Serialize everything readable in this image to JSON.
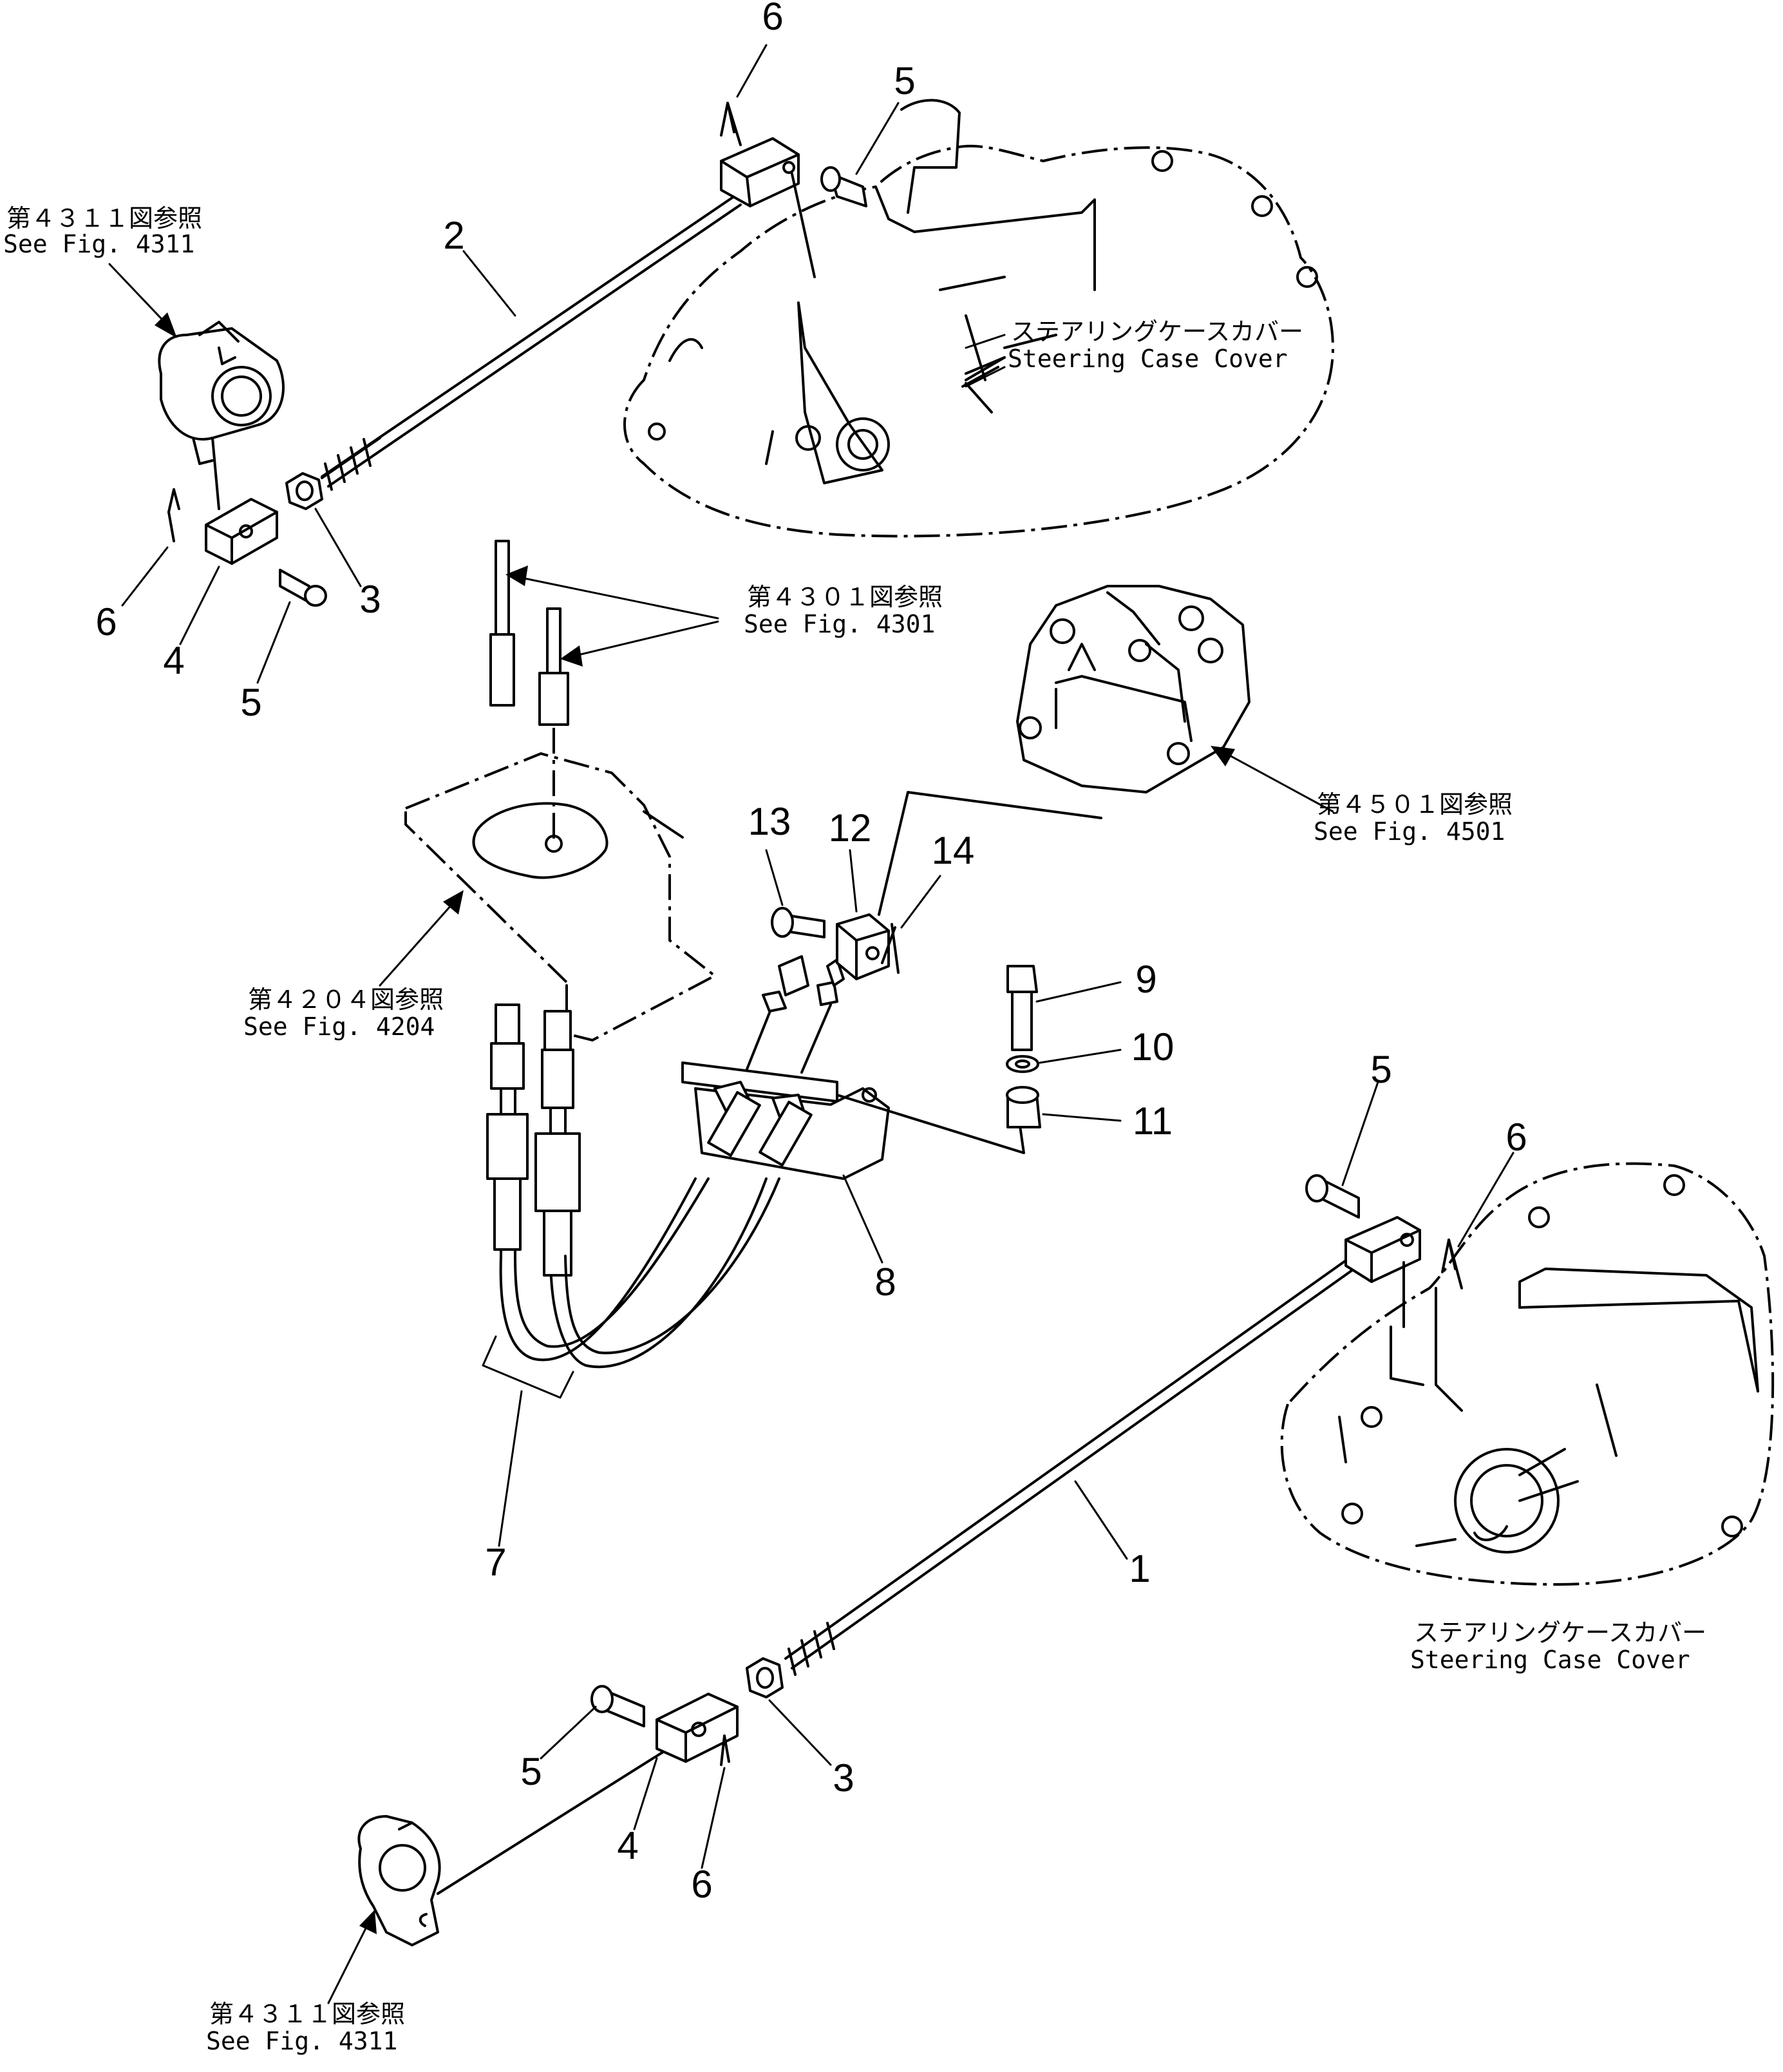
{
  "callouts": [
    "1",
    "2",
    "3",
    "3",
    "4",
    "4",
    "5",
    "5",
    "5",
    "5",
    "6",
    "6",
    "6",
    "6",
    "7",
    "8",
    "9",
    "10",
    "11",
    "12",
    "13",
    "14"
  ],
  "references": {
    "fig4311_top": {
      "jp": "第４３１１図参照",
      "en": "See  Fig. 4311"
    },
    "fig4301": {
      "jp": "第４３０１図参照",
      "en": "See  Fig. 4301"
    },
    "fig4501": {
      "jp": "第４５０１図参照",
      "en": "See  Fig. 4501"
    },
    "fig4204": {
      "jp": "第４２０４図参照",
      "en": "See  Fig. 4204"
    },
    "fig4311_bottom": {
      "jp": "第４３１１図参照",
      "en": "See  Fig. 4311"
    }
  },
  "steering_case_top": {
    "jp": "ステアリングケースカバー",
    "en": "Steering  Case  Cover"
  },
  "steering_case_bottom": {
    "jp": "ステアリングケースカバー",
    "en": "Steering  Case  Cover"
  }
}
